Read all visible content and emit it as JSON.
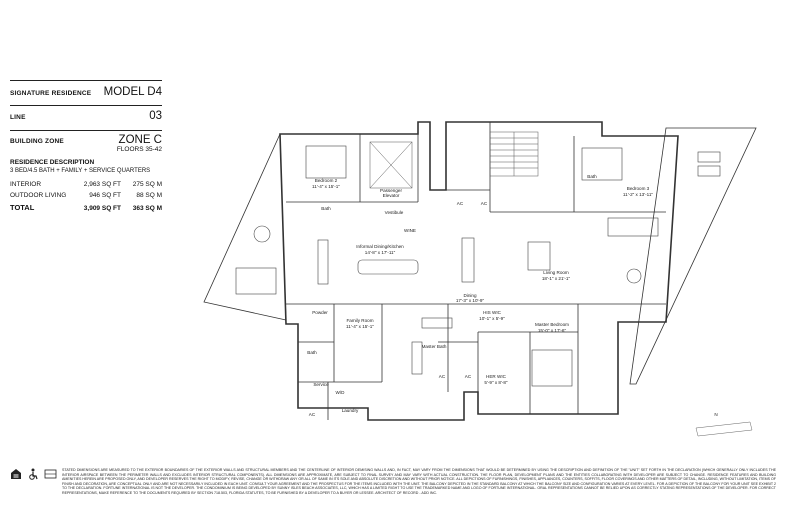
{
  "spec": {
    "signature_label": "SIGNATURE RESIDENCE",
    "model": "MODEL D4",
    "line_label": "LINE",
    "line_value": "03",
    "zone_label": "BUILDING ZONE",
    "zone_value": "ZONE C",
    "floors": "FLOORS 35-42",
    "desc_title": "RESIDENCE DESCRIPTION",
    "desc": "3 BED/4.5 BATH + FAMILY + SERVICE QUARTERS",
    "interior_label": "INTERIOR",
    "interior_sqft": "2,963 SQ FT",
    "interior_sqm": "275 SQ M",
    "outdoor_label": "OUTDOOR LIVING",
    "outdoor_sqft": "946 SQ FT",
    "outdoor_sqm": "88 SQ M",
    "total_label": "TOTAL",
    "total_sqft": "3,909 SQ FT",
    "total_sqm": "363 SQ M"
  },
  "rooms": {
    "bedroom2": "Bedroom 2",
    "bedroom2_dim": "11'-4\" x 15'-1\"",
    "passenger_elevator": "Passenger",
    "passenger_elevator2": "Elevator",
    "bath_a": "Bath",
    "vestibule": "Vestibule",
    "ac1": "AC",
    "ac2": "AC",
    "bath_b": "Bath",
    "bedroom3": "Bedroom 3",
    "bedroom3_dim": "11'-2\" x 13'-11\"",
    "informal_dining": "Informal Dining/Kitchen",
    "informal_dining_dim": "14'-8\" x 17'-11\"",
    "wine": "WINE",
    "living": "Living Room",
    "living_dim": "18'-1\" x 21'-1\"",
    "dining": "Dining",
    "dining_dim": "17'-3\" x 10'-9\"",
    "powder": "Powder",
    "family": "Family Room",
    "family_dim": "11'-4\" x 15'-1\"",
    "his_wic": "HIS WIC",
    "his_wic_dim": "10'-1\" x 5'-9\"",
    "master_bedroom": "Master Bedroom",
    "master_bedroom_dim": "15'-0\" x 17'-6\"",
    "master_bath": "Master Bath",
    "bath_c": "Bath",
    "service": "Service",
    "ac3": "AC",
    "ac4": "AC",
    "her_wic": "HER WIC",
    "her_wic_dim": "5'-9\" x 8'-8\"",
    "wd": "W/D",
    "laundry": "Laundry",
    "ac5": "AC",
    "north": "N"
  },
  "disclaimer": "STATED DIMENSIONS ARE MEASURED TO THE EXTERIOR BOUNDARIES OF THE EXTERIOR WALLS AND STRUCTURAL MEMBERS AND THE CENTERLINE OF INTERIOR DEMISING WALLS AND, IN FACT, MAY VARY FROM THE DIMENSIONS THAT WOULD BE DETERMINED BY USING THE DESCRIPTION AND DEFINITION OF THE \"UNIT\" SET FORTH IN THE DECLARATION (WHICH GENERALLY ONLY INCLUDES THE INTERIOR AIRSPACE BETWEEN THE PERIMETER WALLS AND EXCLUDES INTERIOR STRUCTURAL COMPONENTS). ALL DIMENSIONS ARE APPROXIMATE, ARE SUBJECT TO FINAL SURVEY AND MAY VARY WITH ACTUAL CONSTRUCTION. THE FLOOR PLAN, DEVELOPMENT PLANS AND THE ENTITIES COLLABORATING WITH DEVELOPER ARE SUBJECT TO CHANGE. RESIDENCE FEATURES AND BUILDING AMENITIES HEREIN ARE PROPOSED ONLY, AND DEVELOPER RESERVES THE RIGHT TO MODIFY, REVISE, CHANGE OR WITHDRAW ANY OR ALL OF SAME IN ITS SOLE AND ABSOLUTE DISCRETION AND WITHOUT PRIOR NOTICE. ALL DEPICTIONS OF FURNISHINGS, FINISHES, APPLIANCES, COUNTERS, SOFFITS, FLOOR COVERINGS AND OTHER MATTERS OF DETAIL, INCLUDING, WITHOUT LIMITATION, ITEMS OF FINISH AND DECORATION, ARE CONCEPTUAL ONLY AND ARE NOT NECESSARILY INCLUDED IN EACH UNIT. CONSULT YOUR AGREEMENT AND THE PROSPECTUS FOR THE ITEMS INCLUDED WITH THE UNIT. THE BALCONY DEPICTED IN THE STANDARD BALCONY AT WHICH THE BALCONY SIZE AND CONFIGURATION VARIES AT EVERY LEVEL. FOR A DEPICTION OF THE BALCONY FOR YOUR UNIT SEE EXHIBIT 2 TO THE DECLARATION. FORTUNE INTERNATIONAL IS NOT THE DEVELOPER. THE CONDOMINIUM IS BEING DEVELOPED BY SUNNY ISLES BEACH ASSOCIATES, LLC, WHICH HAS A LIMITED RIGHT TO USE THE TRADEMARKED NAME AND LOGO OF FORTUNE INTERNATIONAL. ORAL REPRESENTATIONS CANNOT BE RELIED UPON AS CORRECTLY STATING REPRESENTATIONS OF THE DEVELOPER. FOR CORRECT REPRESENTATIONS, MAKE REFERENCE TO THE DOCUMENTS REQUIRED BY SECTION 718.503, FLORIDA STATUTES, TO BE FURNISHED BY A DEVELOPER TO A BUYER OR LESSEE. ARCHITECT OF RECORD - ADD INC."
}
